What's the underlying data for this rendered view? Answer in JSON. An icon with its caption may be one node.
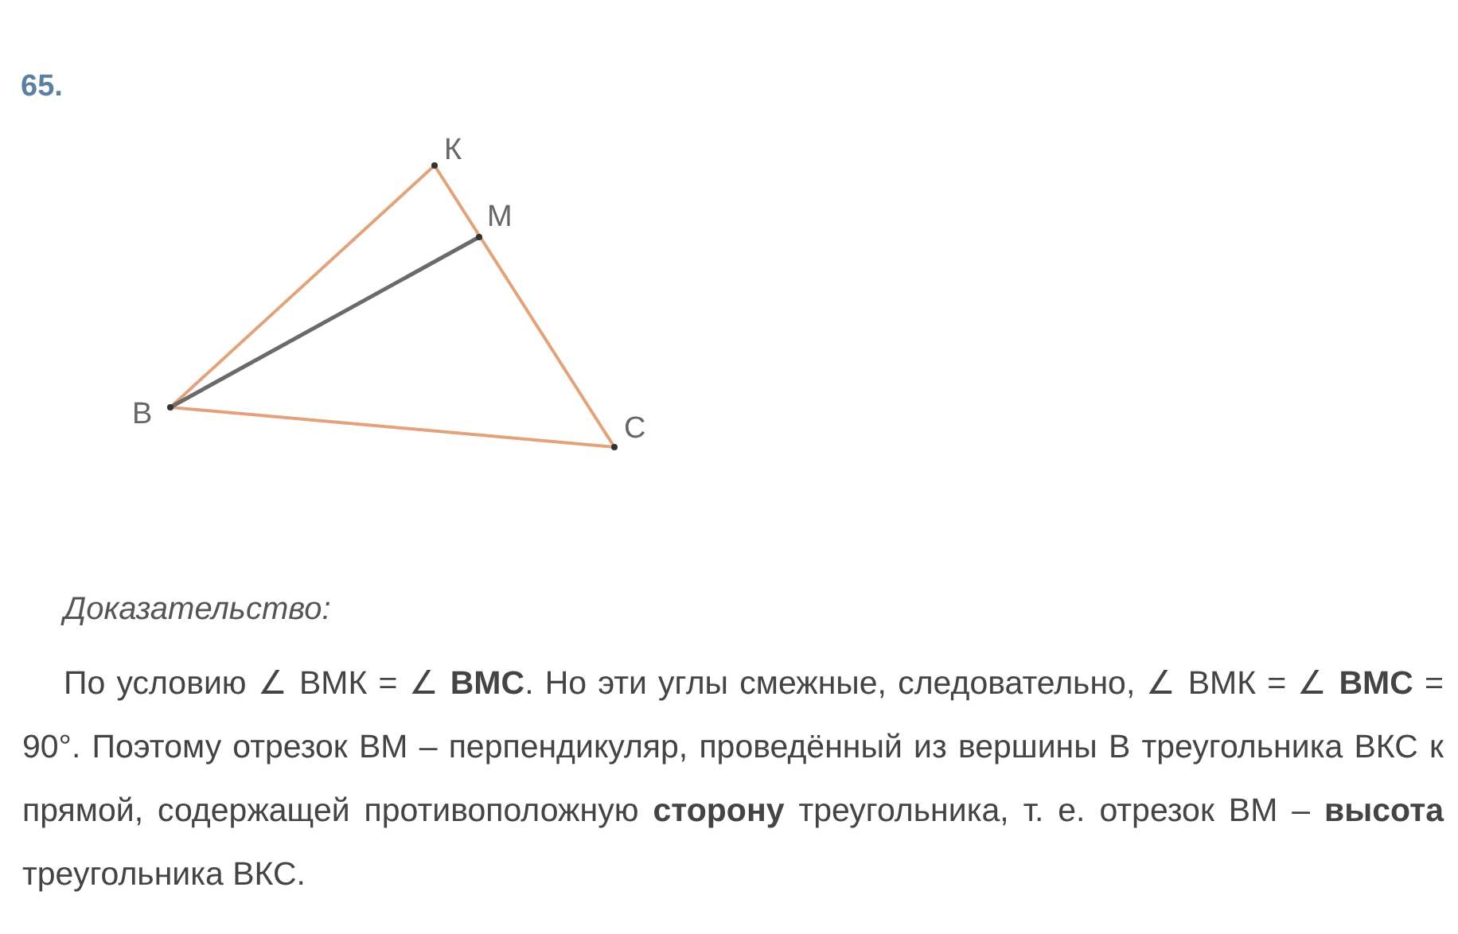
{
  "diagram": {
    "labels": [
      "65.",
      "К",
      "М",
      "В",
      "С",
      "Доказательство:",
      "По условию ∠ ВМК = ∠ **ВМС**. Но эти углы смежные, следовательно, ∠ ВМК = ∠ **ВМС** = 90°. Поэтому отрезок ВМ – перпендикуляр, проведённый из вершины В треугольника ВКС к прямой, содержащей противоположную **сторону** треугольника, т. е. отрезок ВМ – **высота** треугольника ВКС."
    ]
  }
}
